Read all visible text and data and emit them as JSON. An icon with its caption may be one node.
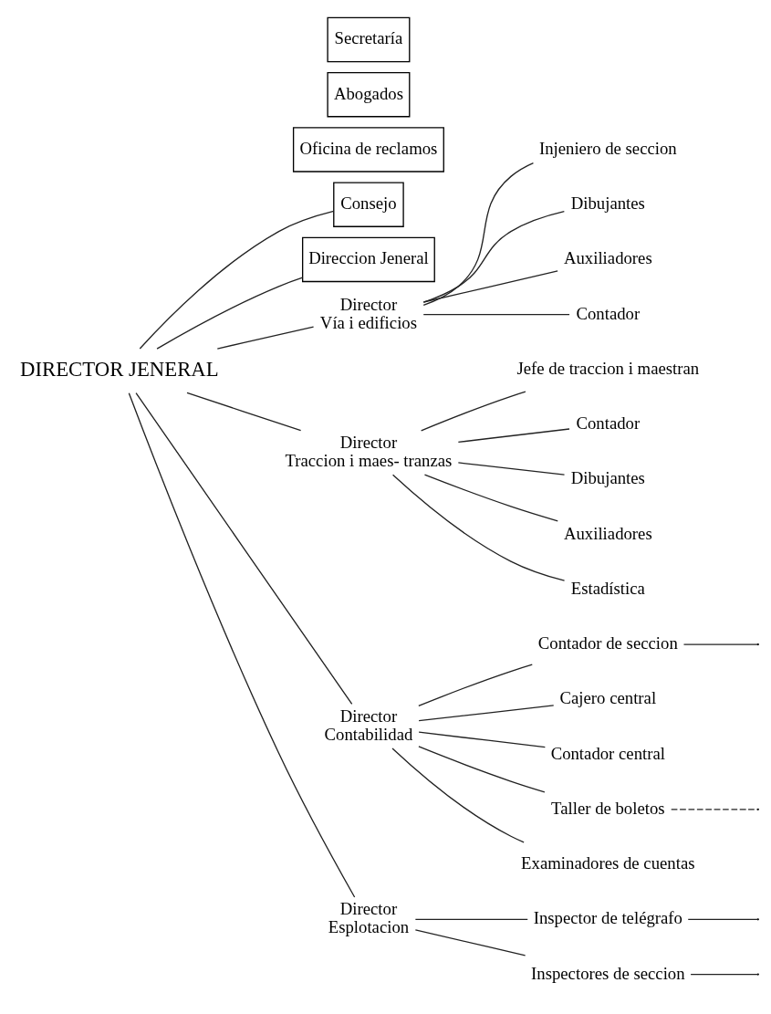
{
  "diagram": {
    "nodes": [
      {
        "text": [
          "DIRECTOR JENERAL"
        ]
      },
      {
        "text": [
          "Consejo"
        ]
      },
      {
        "text": [
          "Direccion Jeneral"
        ]
      },
      {
        "text": [
          "Oficina de reclamos"
        ]
      },
      {
        "text": [
          "Abogados"
        ]
      },
      {
        "text": [
          "Secretaría"
        ]
      },
      {
        "text": [
          "Director",
          "Vía i edificios"
        ]
      },
      {
        "text": [
          "Injeniero de seccion"
        ]
      },
      {
        "text": [
          "Dibujantes"
        ]
      },
      {
        "text": [
          "Auxiliadores"
        ]
      },
      {
        "text": [
          "Contador"
        ]
      },
      {
        "text": [
          "Director",
          "Traccion i maes- tranzas"
        ]
      },
      {
        "text": [
          "Jefe de traccion i maestran"
        ]
      },
      {
        "text": [
          "Contador"
        ]
      },
      {
        "text": [
          "Dibujantes"
        ]
      },
      {
        "text": [
          "Auxiliadores"
        ]
      },
      {
        "text": [
          "Estadística"
        ]
      },
      {
        "text": [
          "Director",
          "Contabilidad"
        ]
      },
      {
        "text": [
          "Contador de seccion"
        ]
      },
      {
        "text": [
          "Cajero central"
        ]
      },
      {
        "text": [
          "Contador central"
        ]
      },
      {
        "text": [
          "Taller de boletos"
        ]
      },
      {
        "text": [
          "Examinadores de cuentas"
        ]
      },
      {
        "text": [
          "Director",
          "Esplotacion"
        ]
      },
      {
        "text": [
          "Inspector de telégrafo"
        ]
      },
      {
        "text": [
          "Inspectores de seccion"
        ]
      }
    ],
    "edges": [
      {
        "from": 0,
        "to": 1,
        "arrow": "none"
      },
      {
        "from": 0,
        "to": 2,
        "arrow": "none"
      },
      {
        "from": 0,
        "to": 6,
        "arrow": "none"
      },
      {
        "from": 0,
        "to": 11,
        "arrow": "none"
      },
      {
        "from": 0,
        "to": 17,
        "arrow": "none"
      },
      {
        "from": 0,
        "to": 23,
        "arrow": "none"
      },
      {
        "from": 6,
        "to": 7,
        "arrow": "none"
      },
      {
        "from": 6,
        "to": 8,
        "arrow": "none"
      },
      {
        "from": 6,
        "to": 9,
        "arrow": "none"
      },
      {
        "from": 6,
        "to": 10,
        "arrow": "none"
      },
      {
        "from": 11,
        "to": 12,
        "arrow": "none"
      },
      {
        "from": 11,
        "to": 13,
        "arrow": "none"
      },
      {
        "from": 11,
        "to": 14,
        "arrow": "none"
      },
      {
        "from": 11,
        "to": 15,
        "arrow": "none"
      },
      {
        "from": 11,
        "to": 16,
        "arrow": "none"
      },
      {
        "from": 17,
        "to": 18,
        "arrow": "none"
      },
      {
        "from": 17,
        "to": 19,
        "arrow": "none"
      },
      {
        "from": 17,
        "to": 20,
        "arrow": "none"
      },
      {
        "from": 17,
        "to": 21,
        "arrow": "none"
      },
      {
        "from": 17,
        "to": 22,
        "arrow": "none"
      },
      {
        "from": 23,
        "to": 24,
        "arrow": "none"
      },
      {
        "from": 23,
        "to": 25,
        "arrow": "none"
      },
      {
        "from": 18,
        "to": null,
        "arrow": "none"
      },
      {
        "from": 21,
        "to": null,
        "arrow": "none",
        "style": "dashed"
      },
      {
        "from": 24,
        "to": null,
        "arrow": "none"
      },
      {
        "from": 25,
        "to": null,
        "arrow": "none"
      }
    ]
  }
}
